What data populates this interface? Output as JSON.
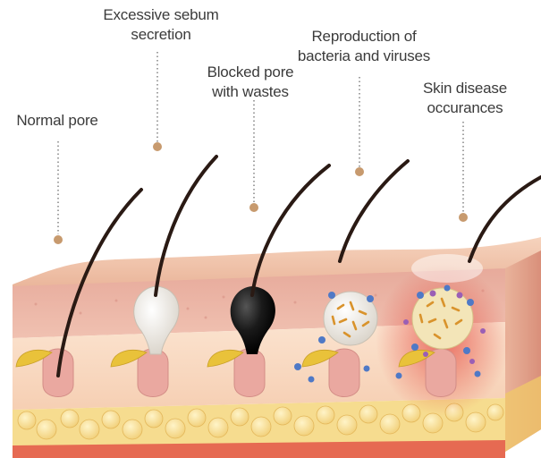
{
  "diagram": {
    "stages": [
      {
        "id": "normal",
        "label": "Normal pore"
      },
      {
        "id": "sebum",
        "label": "Excessive sebum\nsecretion"
      },
      {
        "id": "blocked",
        "label": "Blocked pore\nwith wastes"
      },
      {
        "id": "bacteria",
        "label": "Reproduction of\nbacteria and viruses"
      },
      {
        "id": "disease",
        "label": "Skin disease\noccurances"
      }
    ],
    "colors": {
      "label_text": "#3b3b3b",
      "leader_dot": "#c79a6e",
      "skin_surface": "#f2c2a8",
      "epidermis": "#e9b0a2",
      "dermis": "#f9d9c1",
      "fat_cells": "#f7dc8a",
      "hair": "#2a1a14",
      "sebum_white": "#f4f1ec",
      "waste_black": "#1a1a1a",
      "oil_gland": "#e9c23a",
      "bacteria": "#d9932c",
      "virus_blue": "#4f79c6",
      "virus_purple": "#9a5fb5",
      "inflammation": "#e4473c"
    }
  }
}
